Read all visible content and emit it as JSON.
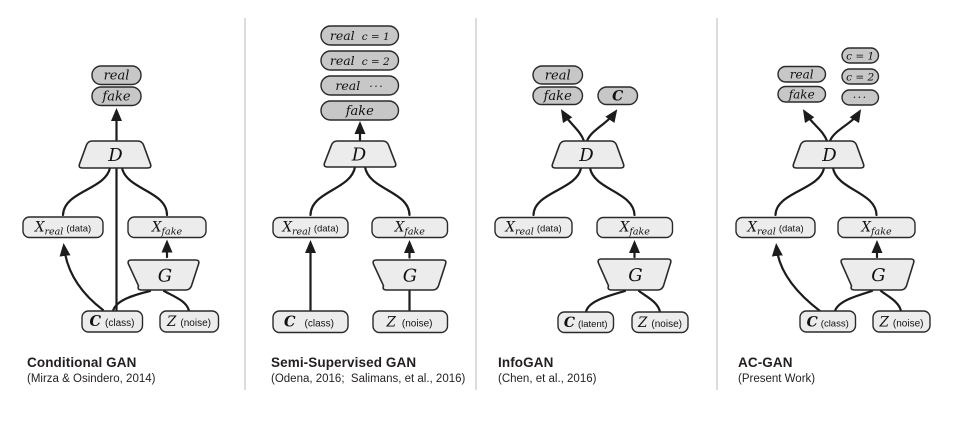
{
  "colors": {
    "background": "#ffffff",
    "output_box_fill": "#c7c7c7",
    "node_box_fill": "#ececec",
    "box_stroke": "#2a2a2a",
    "line": "#1c1c1c",
    "divider": "#dcdcdc",
    "title_text": "#231f20"
  },
  "panels": [
    {
      "title": "Conditional GAN",
      "citation": "(Mirza & Osindero, 2014)",
      "labels": {
        "real": "real",
        "fake": "fake",
        "discriminator": "D",
        "generator": "G",
        "x": "X",
        "xreal_sub": "real",
        "xreal_note": "(data)",
        "xfake_sub": "fake",
        "class_var": "C",
        "class_note": "(class)",
        "noise_var": "Z",
        "noise_note": "(noise)"
      }
    },
    {
      "title": "Semi-Supervised GAN",
      "citation": "(Odena, 2016;  Salimans, et al., 2016)",
      "labels": {
        "real1": "real",
        "real1_class": "c = 1",
        "real2": "real",
        "real2_class": "c = 2",
        "real3": "real",
        "real3_class": "···",
        "fake": "fake",
        "discriminator": "D",
        "generator": "G",
        "x": "X",
        "xreal_sub": "real",
        "xreal_note": "(data)",
        "xfake_sub": "fake",
        "class_var": "C",
        "class_note": "(class)",
        "noise_var": "Z",
        "noise_note": "(noise)"
      }
    },
    {
      "title": "InfoGAN",
      "citation": "(Chen, et al., 2016)",
      "labels": {
        "real": "real",
        "fake": "fake",
        "c_output": "C",
        "discriminator": "D",
        "generator": "G",
        "x": "X",
        "xreal_sub": "real",
        "xreal_note": "(data)",
        "xfake_sub": "fake",
        "class_var": "C",
        "class_note": "(latent)",
        "noise_var": "Z",
        "noise_note": "(noise)"
      }
    },
    {
      "title": "AC-GAN",
      "citation": "(Present Work)",
      "labels": {
        "real": "real",
        "fake": "fake",
        "c1": "c = 1",
        "c2": "c = 2",
        "cdots": "···",
        "discriminator": "D",
        "generator": "G",
        "x": "X",
        "xreal_sub": "real",
        "xreal_note": "(data)",
        "xfake_sub": "fake",
        "class_var": "C",
        "class_note": "(class)",
        "noise_var": "Z",
        "noise_note": "(noise)"
      }
    }
  ]
}
